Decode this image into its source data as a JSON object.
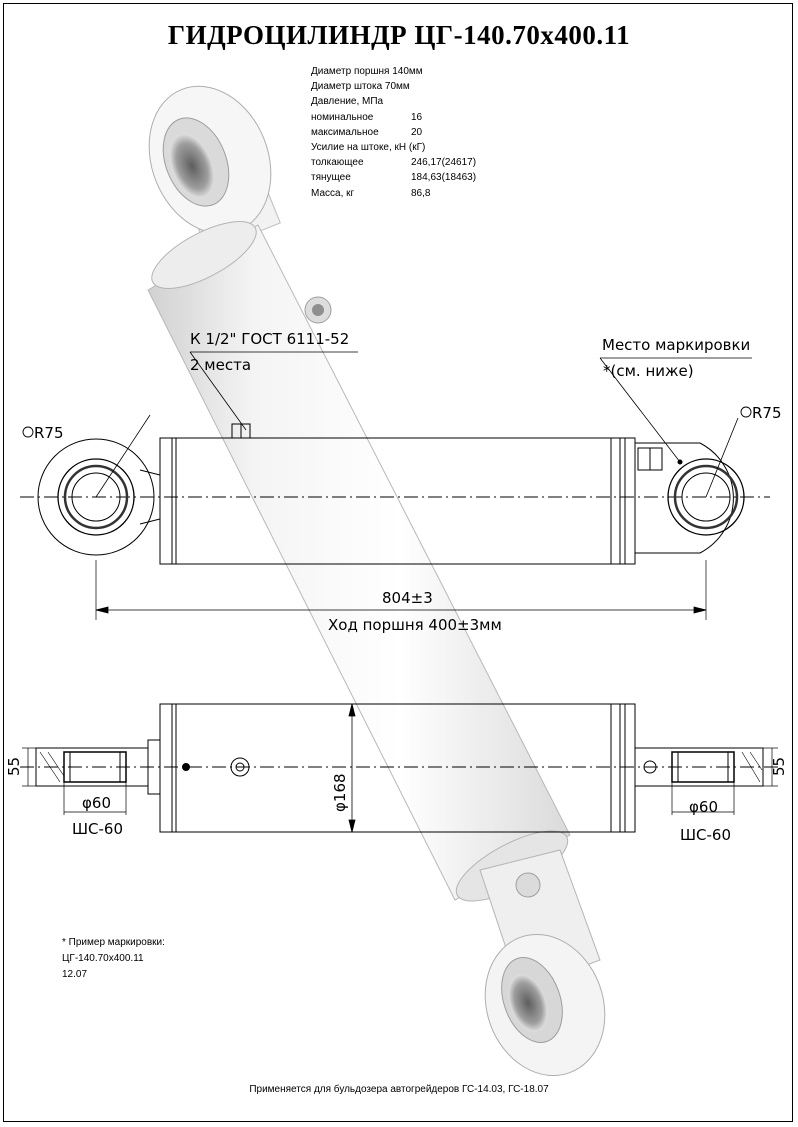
{
  "title": "ГИДРОЦИЛИНДР ЦГ-140.70х400.11",
  "specs": [
    {
      "label": "Диаметр поршня 140мм",
      "value": ""
    },
    {
      "label": "Диаметр штока 70мм",
      "value": ""
    },
    {
      "label": "Давление, МПа",
      "value": ""
    },
    {
      "label": "номинальное",
      "value": "16"
    },
    {
      "label": "максимальное",
      "value": "20"
    },
    {
      "label": "Усилие на штоке, кН (кГ)",
      "value": ""
    },
    {
      "label": "толкающее",
      "value": "246,17(24617)"
    },
    {
      "label": "тянущее",
      "value": "184,63(18463)"
    },
    {
      "label": "Масса, кг",
      "value": "86,8"
    }
  ],
  "annotations": {
    "port": "К 1/2\" ГОСТ 6111-52",
    "port_qty": "2 места",
    "marking_place": "Место маркировки",
    "marking_ref": "*(см. ниже)",
    "radius_left": "R75",
    "radius_right": "R75",
    "length": "804±3",
    "stroke": "Ход поршня 400±3мм",
    "dia_body": "φ168",
    "width_left": "55",
    "width_right": "55",
    "pin_left": "φ60",
    "pin_right": "φ60",
    "bearing_left": "ШС-60",
    "bearing_right": "ШС-60"
  },
  "marking_example": {
    "heading": "* Пример маркировки:",
    "line1": "ЦГ-140.70х400.11",
    "line2": "12.07"
  },
  "footer": "Применяется для бульдозера автогрейдеров ГС-14.03, ГС-18.07"
}
